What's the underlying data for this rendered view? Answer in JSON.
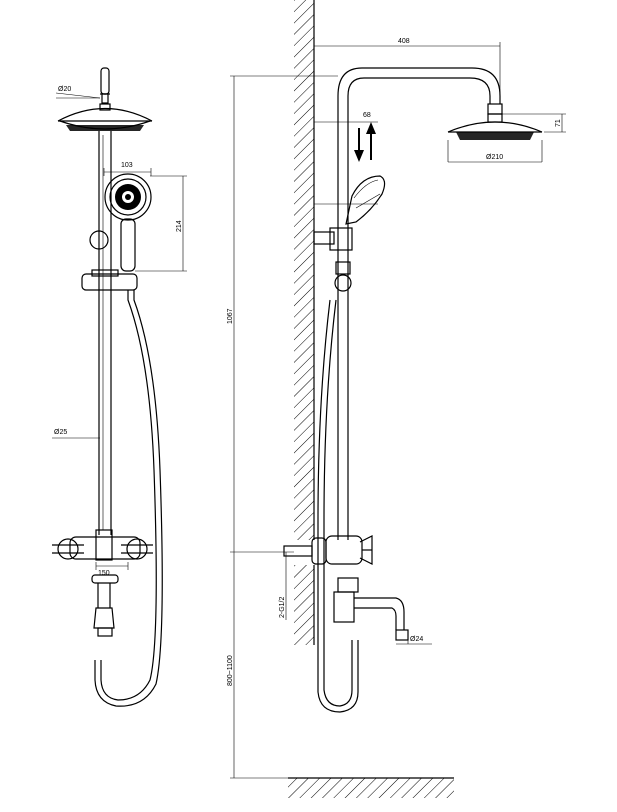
{
  "labels": {
    "d20": "Ø20",
    "d25": "Ø25",
    "w103": "103",
    "h214": "214",
    "w150": "150",
    "w408": "408",
    "w68": "68",
    "h71": "71",
    "d210": "Ø210",
    "h1067": "1067",
    "g12": "2-G1/2",
    "d24": "Ø24",
    "h800": "800~1100"
  }
}
